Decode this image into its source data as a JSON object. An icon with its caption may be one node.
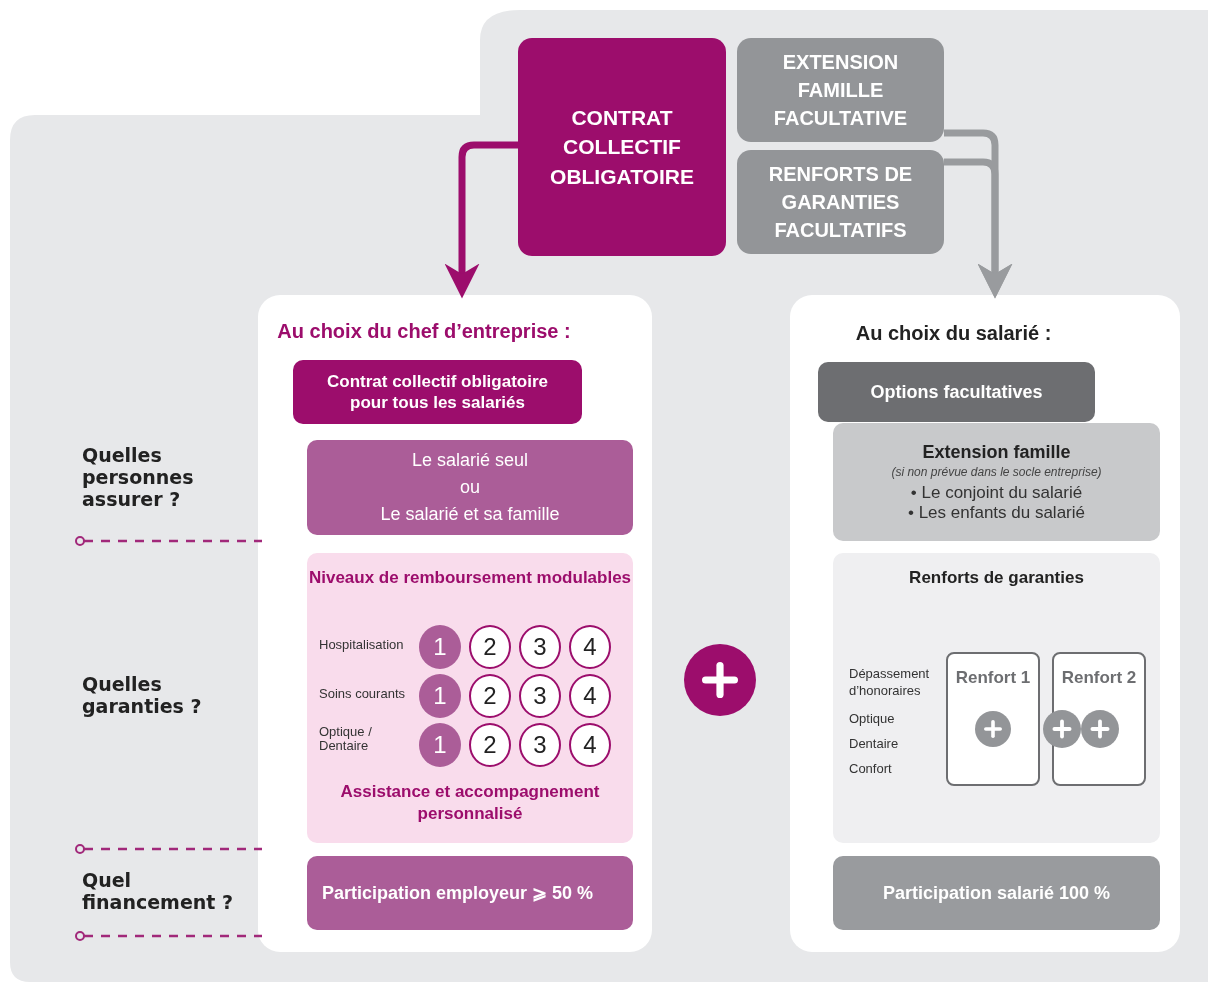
{
  "diagram": {
    "nodes": [
      {
        "text": [
          "CONTRAT COLLECTIF OBLIGATOIRE"
        ]
      },
      {
        "text": [
          "EXTENSION FAMILLE FACULTATIVE"
        ]
      },
      {
        "text": [
          "RENFORTS DE GARANTIES FACULTATIFS"
        ]
      },
      {
        "text": [
          "Au choix du chef d’entreprise :"
        ]
      },
      {
        "text": [
          "Contrat collectif obligatoire pour tous les salariés"
        ],
        "in": 3
      },
      {
        "text": [
          "Le salarié seul",
          "ou",
          "Le salarié et sa famille"
        ],
        "in": 3
      },
      {
        "text": [
          "Niveaux de remboursement modulables",
          "Hospitalisation",
          "Soins courants",
          "Optique / Dentaire",
          "Assistance et accompagnement personnalisé"
        ],
        "in": 3
      },
      {
        "text": [
          "1"
        ],
        "in": 6
      },
      {
        "text": [
          "2"
        ],
        "in": 6
      },
      {
        "text": [
          "3"
        ],
        "in": 6
      },
      {
        "text": [
          "4"
        ],
        "in": 6
      },
      {
        "text": [
          "1"
        ],
        "in": 6
      },
      {
        "text": [
          "2"
        ],
        "in": 6
      },
      {
        "text": [
          "3"
        ],
        "in": 6
      },
      {
        "text": [
          "4"
        ],
        "in": 6
      },
      {
        "text": [
          "1"
        ],
        "in": 6
      },
      {
        "text": [
          "2"
        ],
        "in": 6
      },
      {
        "text": [
          "3"
        ],
        "in": 6
      },
      {
        "text": [
          "4"
        ],
        "in": 6
      },
      {
        "text": [
          "Participation employeur ⩾ 50 %"
        ],
        "in": 3
      },
      {
        "text": [
          "Au choix du salarié :"
        ]
      },
      {
        "text": [
          "Options facultatives"
        ],
        "in": 20
      },
      {
        "text": [
          "Extension famille",
          "(si non prévue dans le socle entreprise)",
          "• Le conjoint du salarié",
          "• Les enfants du salarié"
        ],
        "in": 20
      },
      {
        "text": [
          "Renforts de garanties",
          "Dépassement d’honoraires",
          "Optique",
          "Dentaire",
          "Confort"
        ],
        "in": 20
      },
      {
        "text": [
          "Renfort 1"
        ],
        "in": 23
      },
      {
        "text": [
          "Renfort 2"
        ],
        "in": 23
      },
      {
        "text": [
          "Participation salarié 100 %"
        ],
        "in": 20
      }
    ],
    "edges": [
      {
        "from": 0,
        "to": 3,
        "arrow": "to",
        "color": "#9c0d6c"
      },
      {
        "from": 1,
        "to": 20,
        "arrow": "to",
        "color": "#999b9e"
      },
      {
        "from": 2,
        "to": 20,
        "arrow": "to",
        "color": "#999b9e"
      }
    ],
    "labels": [
      "Quelles personnes assurer ?",
      "Quelles garanties ?",
      "Quel financement ?"
    ]
  }
}
